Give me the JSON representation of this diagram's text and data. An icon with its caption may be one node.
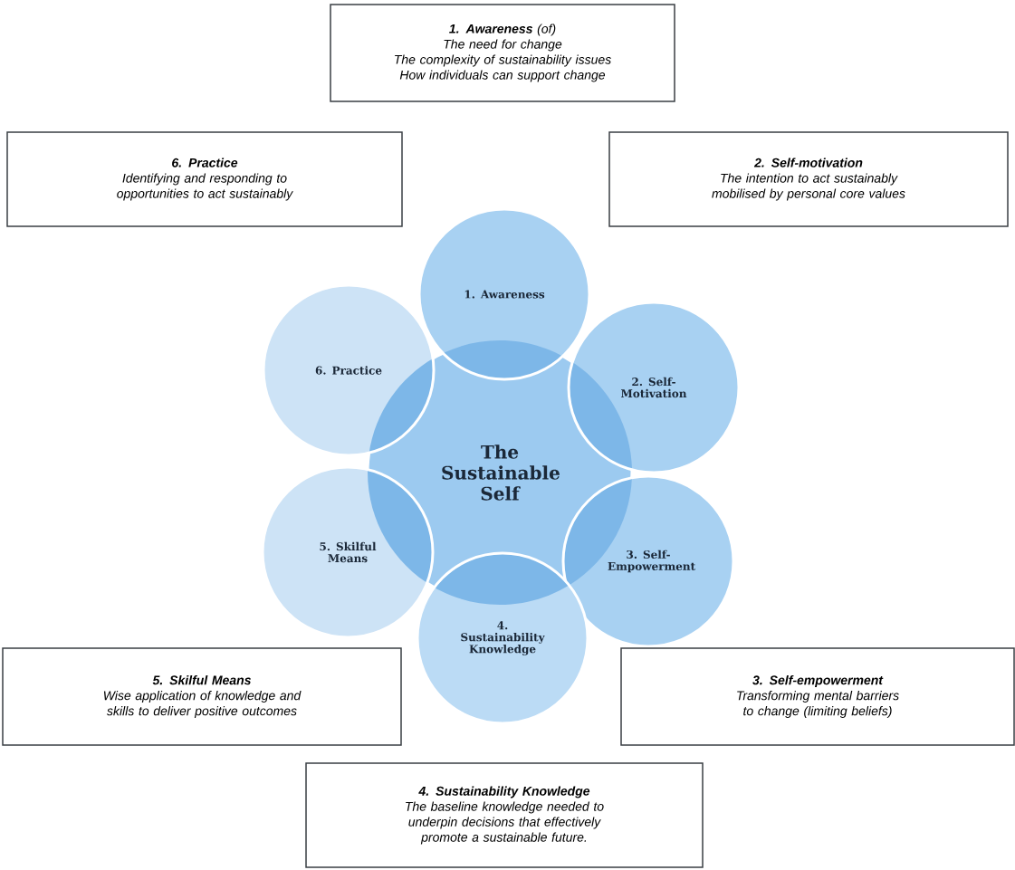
{
  "diagram": {
    "nodes": [
      {
        "text": [
          "**1. Awareness** (of)",
          "The need for change",
          "The complexity of sustainability issues",
          "How individuals can support change"
        ]
      },
      {
        "text": [
          "6. Practice",
          "Identifying and responding to opportunities to act sustainably"
        ]
      },
      {
        "text": [
          "2. Self-motivation",
          "The intention to act sustainably mobilised by personal core values"
        ]
      },
      {
        "text": [
          "1. Awareness"
        ]
      },
      {
        "text": [
          "6. Practice"
        ]
      },
      {
        "text": [
          "2. Self-Motivation"
        ]
      },
      {
        "text": [
          "The Sustainable Self"
        ]
      },
      {
        "text": [
          "5. Skilful Means"
        ]
      },
      {
        "text": [
          "3. Self-Empowerment"
        ]
      },
      {
        "text": [
          "4. Sustainability Knowledge"
        ]
      },
      {
        "text": [
          "5. Skilful Means",
          "Wise application of knowledge and skills to deliver positive outcomes"
        ]
      },
      {
        "text": [
          "3. Self-empowerment",
          "Transforming mental barriers to change (limiting beliefs)"
        ]
      },
      {
        "text": [
          "4. Sustainability Knowledge",
          "The baseline knowledge needed to underpin decisions that effectively promote a sustainable future."
        ]
      }
    ]
  }
}
